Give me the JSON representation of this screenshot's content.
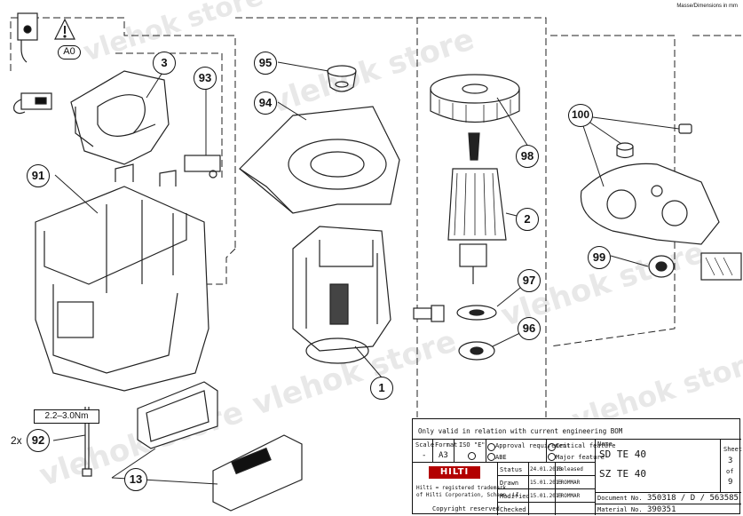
{
  "page": {
    "unit_note": "Masse/Dimensions in mm",
    "watermark_text": "vlehok store"
  },
  "callouts": {
    "c3": "3",
    "c93": "93",
    "c95": "95",
    "c94": "94",
    "c91": "91",
    "c98": "98",
    "c2": "2",
    "c100": "100",
    "c99": "99",
    "c97": "97",
    "c96": "96",
    "c1": "1",
    "c13": "13",
    "c92": "92",
    "a0": "A0"
  },
  "torque": {
    "spec": "2.2–3.0Nm",
    "qty": "2x"
  },
  "title_block": {
    "validity": "Only valid in relation with current engineering BOM",
    "scale_label": "Scale",
    "scale_value": "-",
    "format_label": "Format",
    "format_value": "A3",
    "iso_label": "ISO \"E\"",
    "approval_req": "Approval requirement",
    "abe": "ABE",
    "critical_feature": "Critical feature",
    "major_feature": "Major feature",
    "name_label": "Name",
    "name_1": "SD TE 40",
    "name_2": "SZ TE 40",
    "sheet_label": "Sheet",
    "sheet_no": "3",
    "of_label": "of",
    "sheet_total": "9",
    "logo_text": "HILTI",
    "trademark_1": "Hilti = registered trademark",
    "trademark_2": "of Hilti Corporation, Schaan, LI",
    "copyright": "Copyright reserved",
    "status_label": "Status",
    "status_date": "24.01.2013",
    "status_value": "Released",
    "drawn_label": "Drawn",
    "drawn_date": "15.01.2013",
    "drawn_by": "FROMMAR",
    "modified_label": "Modified",
    "modified_date": "15.01.2013",
    "modified_by": "FROMMAR",
    "checked_label": "Checked",
    "document_label": "Document No.",
    "document_no": "350318 / D / 563585",
    "material_label": "Material No.",
    "material_no": "390351"
  }
}
